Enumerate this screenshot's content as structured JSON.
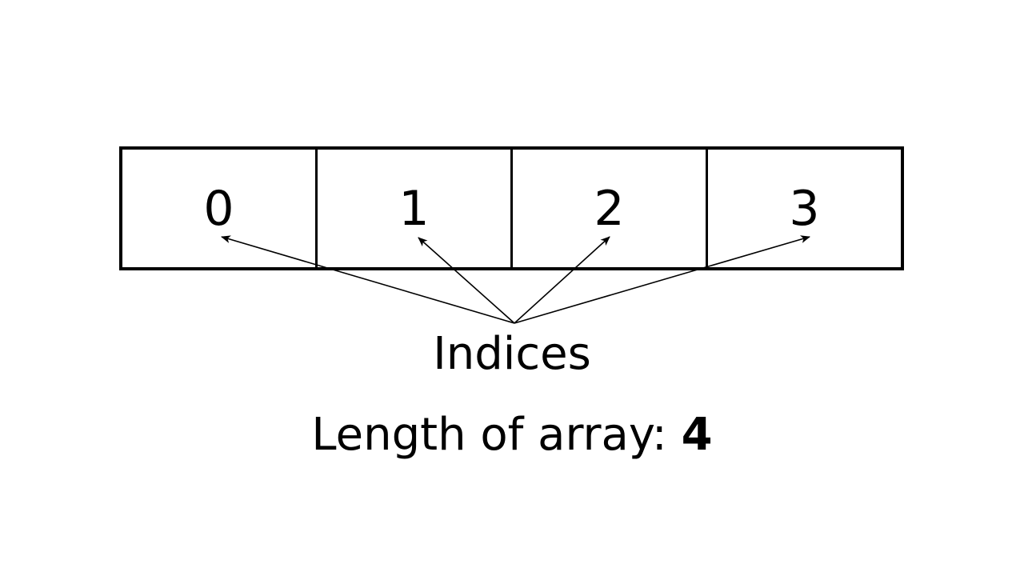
{
  "array": {
    "cells": [
      "0",
      "1",
      "2",
      "3"
    ]
  },
  "labels": {
    "indices": "Indices",
    "length_prefix": "Length of array: ",
    "length_value": "4"
  },
  "colors": {
    "background": "#ffffff",
    "stroke": "#000000",
    "text": "#000000"
  }
}
